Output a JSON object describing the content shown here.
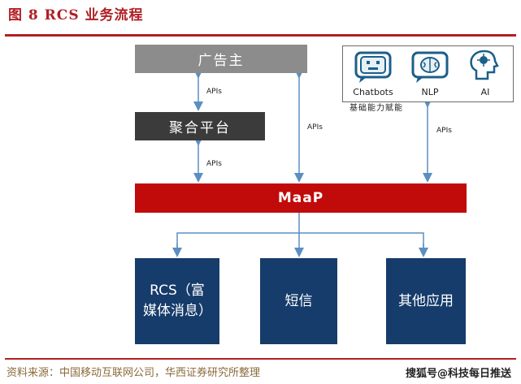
{
  "title": "图 8   RCS 业务流程",
  "nodes": {
    "advertiser": "广告主",
    "aggregator": "聚合平台",
    "maap": "MaaP",
    "rcs": "RCS（富媒体消息）",
    "sms": "短信",
    "other": "其他应用"
  },
  "capabilities": {
    "items": [
      {
        "label": "Chatbots",
        "icon": "chatbot-face-icon"
      },
      {
        "label": "NLP",
        "icon": "brain-icon"
      },
      {
        "label": "AI",
        "icon": "ai-head-icon"
      }
    ],
    "caption": "基础能力赋能"
  },
  "edge_labels": {
    "apis_1": "APIs",
    "apis_2": "APIs",
    "apis_3": "APIs",
    "apis_4": "APIs"
  },
  "footer": {
    "source": "资料来源：中国移动互联网公司，华西证券研究所整理",
    "watermark": "搜狐号@科技每日推送"
  },
  "colors": {
    "brand_red": "#b01f24",
    "maap_red": "#c10a0a",
    "navy": "#163c6b",
    "arrow_blue": "#5b8fc2",
    "gray": "#8c8c8c",
    "dark_gray": "#3b3b3b"
  }
}
